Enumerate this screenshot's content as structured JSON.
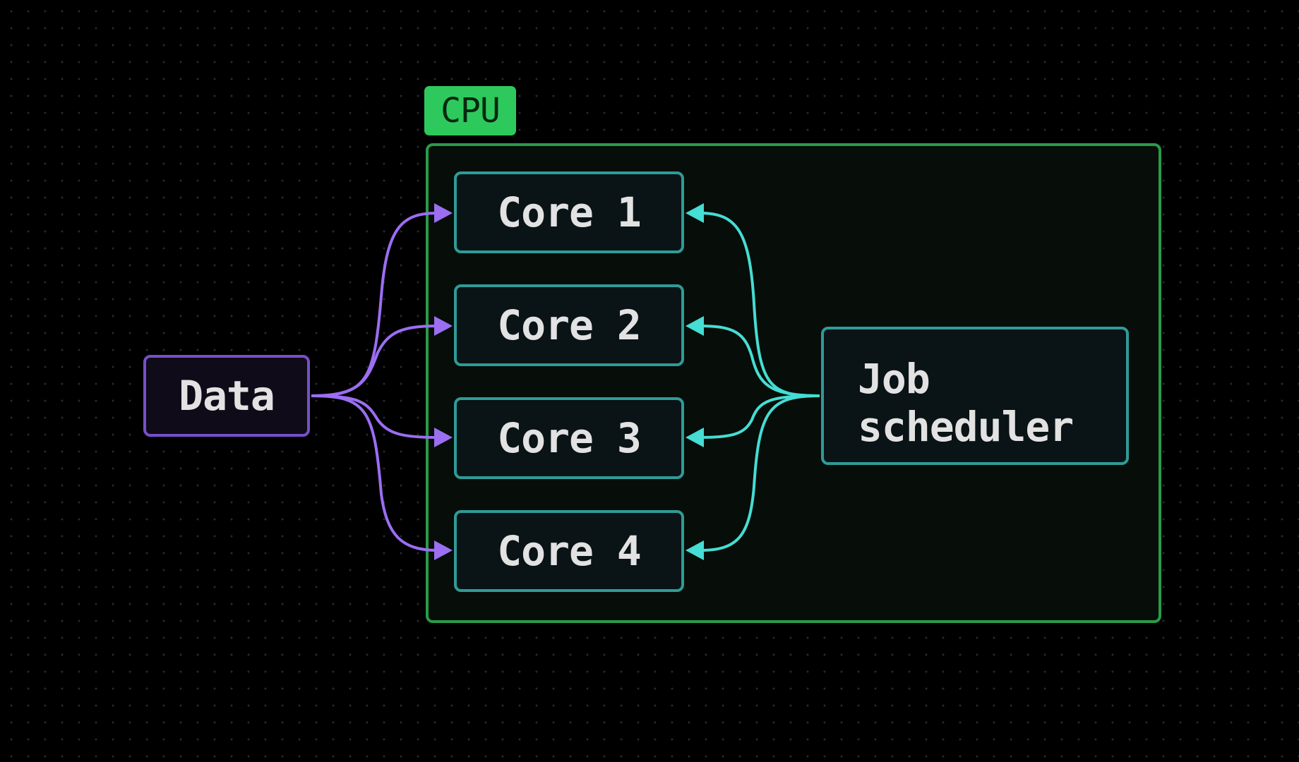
{
  "group": {
    "label": "CPU"
  },
  "nodes": {
    "data": "Data",
    "cores": [
      "Core 1",
      "Core 2",
      "Core 3",
      "Core 4"
    ],
    "scheduler": "Job\nscheduler"
  },
  "colors": {
    "background": "#000000",
    "group_border": "#2a9a48",
    "group_label_bg": "#2ec95c",
    "data_edge": "#9b6ef2",
    "scheduler_edge": "#45ddd4",
    "core_border": "#2f9b98",
    "data_border": "#7650c8",
    "text": "#e2e2e2"
  },
  "edges": [
    {
      "from": "Data",
      "to": "Core 1"
    },
    {
      "from": "Data",
      "to": "Core 2"
    },
    {
      "from": "Data",
      "to": "Core 3"
    },
    {
      "from": "Data",
      "to": "Core 4"
    },
    {
      "from": "Job scheduler",
      "to": "Core 1"
    },
    {
      "from": "Job scheduler",
      "to": "Core 2"
    },
    {
      "from": "Job scheduler",
      "to": "Core 3"
    },
    {
      "from": "Job scheduler",
      "to": "Core 4"
    }
  ]
}
